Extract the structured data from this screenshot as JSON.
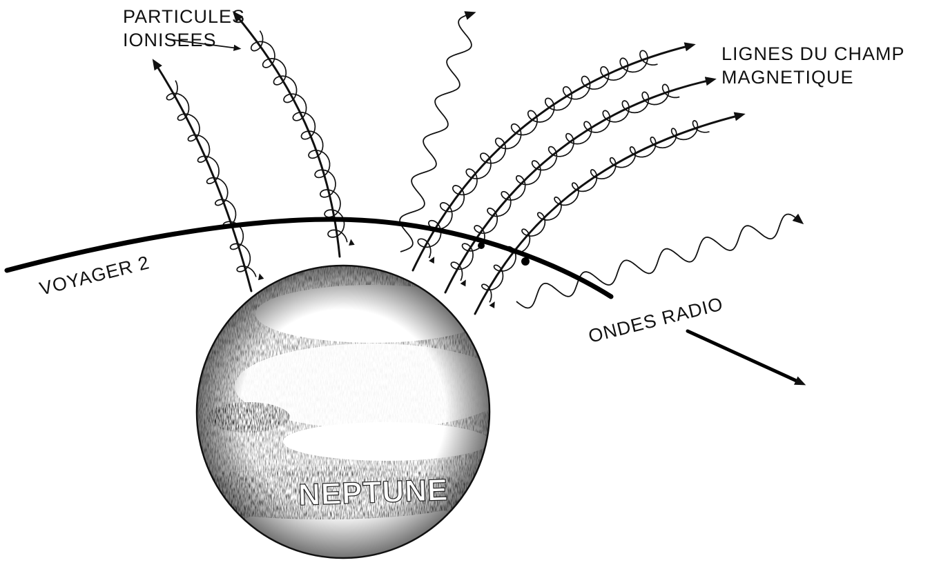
{
  "labels": {
    "particles": [
      "PARTICULES",
      "IONISEES"
    ],
    "field_lines": [
      "LIGNES DU CHAMP",
      "MAGNETIQUE"
    ],
    "spacecraft": "VOYAGER 2",
    "radio_waves": "ONDES RADIO",
    "planet": "NEPTUNE"
  },
  "colors": {
    "ink": "#111111",
    "paper": "#ffffff",
    "planet_shade": "#6b6b6b"
  }
}
